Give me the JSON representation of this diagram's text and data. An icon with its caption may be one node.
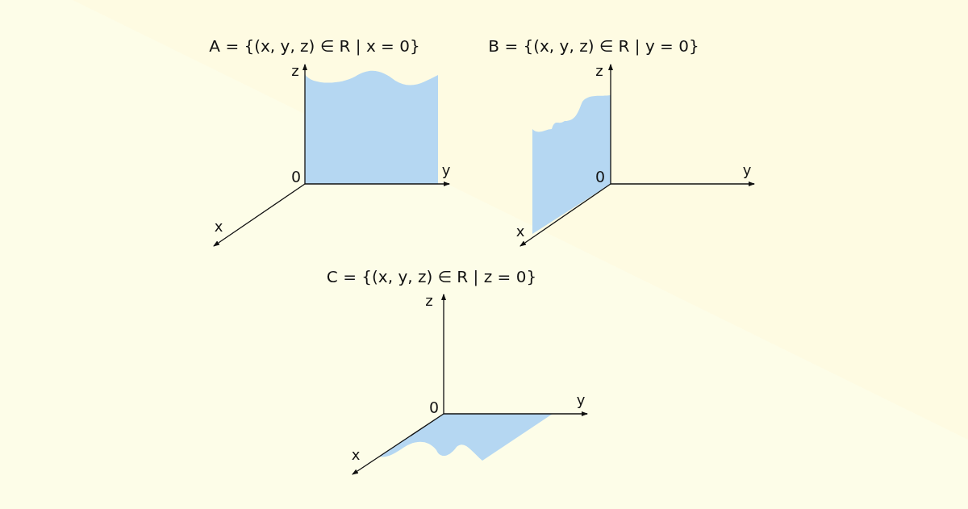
{
  "diagram": {
    "labels": [
      "A = {(x, y, z) ∈ R | x = 0}",
      "z",
      "0",
      "y",
      "x",
      "B = {(x, y, z) ∈ R | y = 0}",
      "z",
      "0",
      "y",
      "x",
      "C = {(x, y, z) ∈ R | z = 0}",
      "z",
      "0",
      "y",
      "x"
    ]
  }
}
